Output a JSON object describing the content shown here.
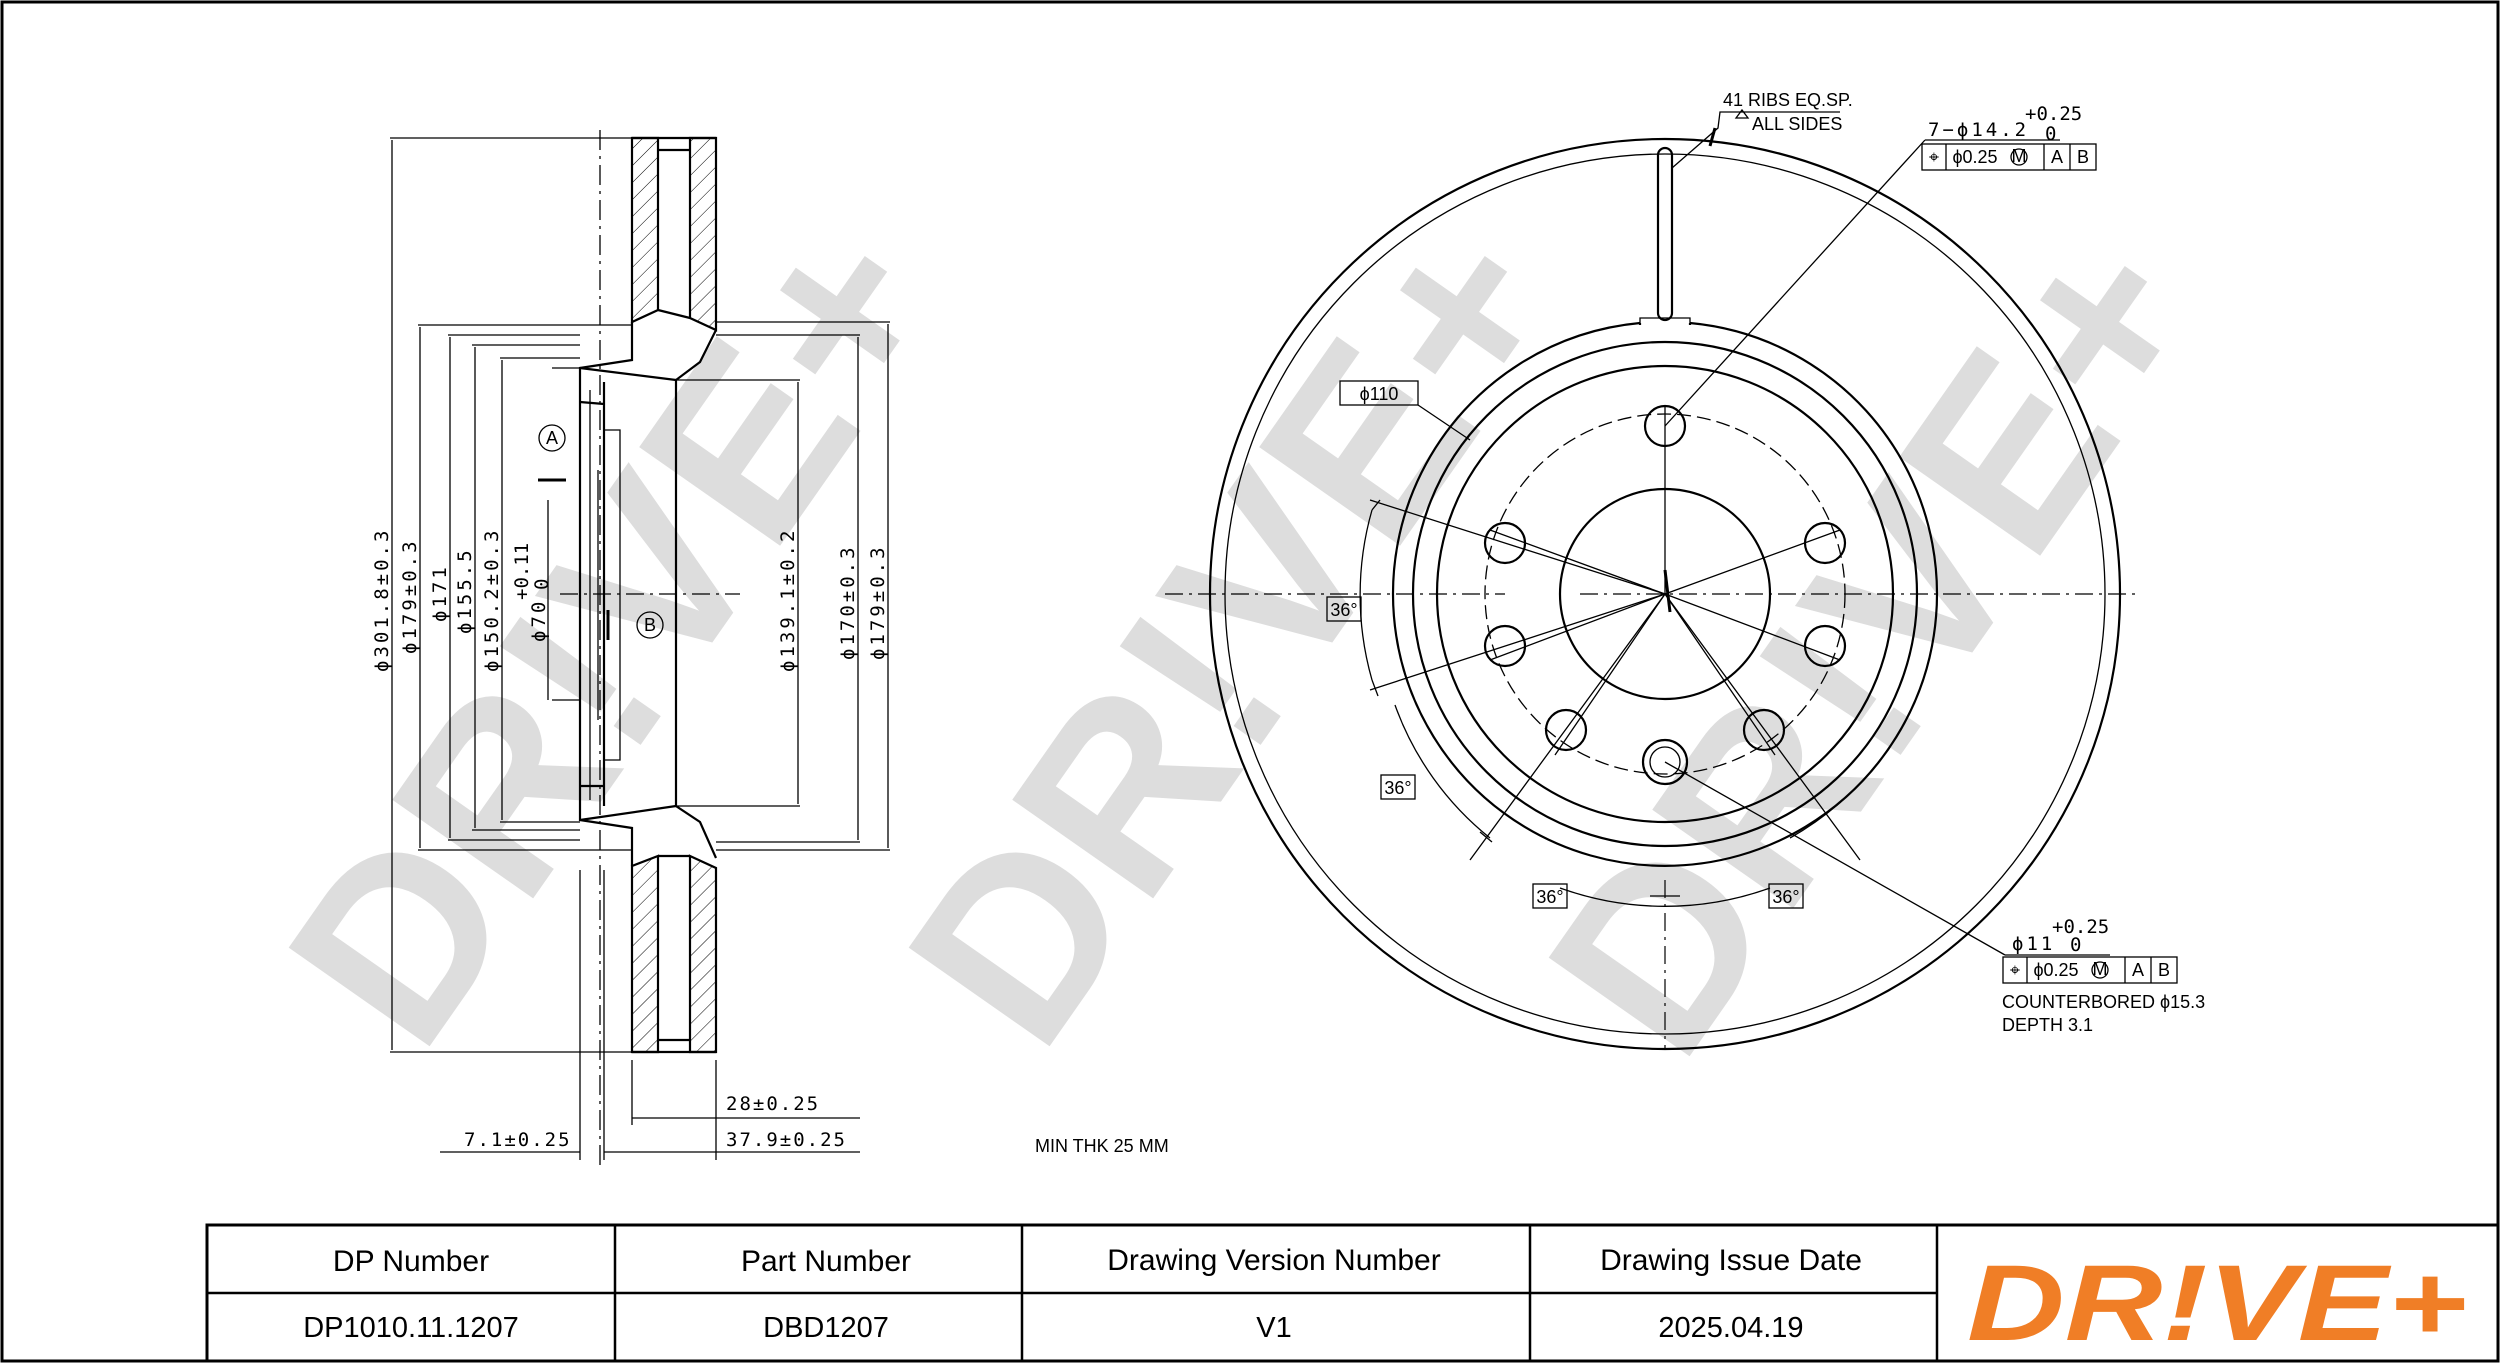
{
  "watermark": "DR!VE+",
  "brand": {
    "logo_text": "DR!VE+",
    "logo_color": "#f07e26"
  },
  "side_view": {
    "dims_left": [
      "ϕ301.8±0.3",
      "ϕ179±0.3",
      "ϕ171",
      "ϕ155.5",
      "ϕ150.2±0.3"
    ],
    "dim_hub": "ϕ70",
    "dim_hub_tol_upper": "+0.11",
    "dim_hub_tol_lower": "0",
    "dim_center": "ϕ139.1±0.2",
    "dims_right": [
      "ϕ170±0.3",
      "ϕ179±0.3"
    ],
    "datum_a": "A",
    "datum_b": "B",
    "dim_thickness": "28±0.25",
    "dim_offset_left": "7.1±0.25",
    "dim_total_height": "37.9±0.25"
  },
  "min_thickness": "MIN THK 25 MM",
  "front_view": {
    "ribs_line1": "41 RIBS EQ.SP.",
    "ribs_line2": "ALL SIDES",
    "holes_label": "7−ϕ14.2",
    "holes_tol_upper": "+0.25",
    "holes_tol_lower": "0",
    "fcf_top": [
      "ϕ0.25",
      "M",
      "A",
      "B"
    ],
    "pcd": "ϕ110",
    "angles": [
      "36°",
      "36°",
      "36°",
      "36°"
    ],
    "bolt_label": "ϕ11",
    "bolt_tol_upper": "+0.25",
    "bolt_tol_lower": "0",
    "fcf_bottom": [
      "ϕ0.25",
      "M",
      "A",
      "B"
    ],
    "counterbore_line1": "COUNTERBORED ϕ15.3",
    "counterbore_line2": "DEPTH 3.1"
  },
  "table": {
    "headers": [
      "DP Number",
      "Part Number",
      "Drawing Version Number",
      "Drawing Issue Date"
    ],
    "values": [
      "DP1010.11.1207",
      "DBD1207",
      "V1",
      "2025.04.19"
    ]
  }
}
